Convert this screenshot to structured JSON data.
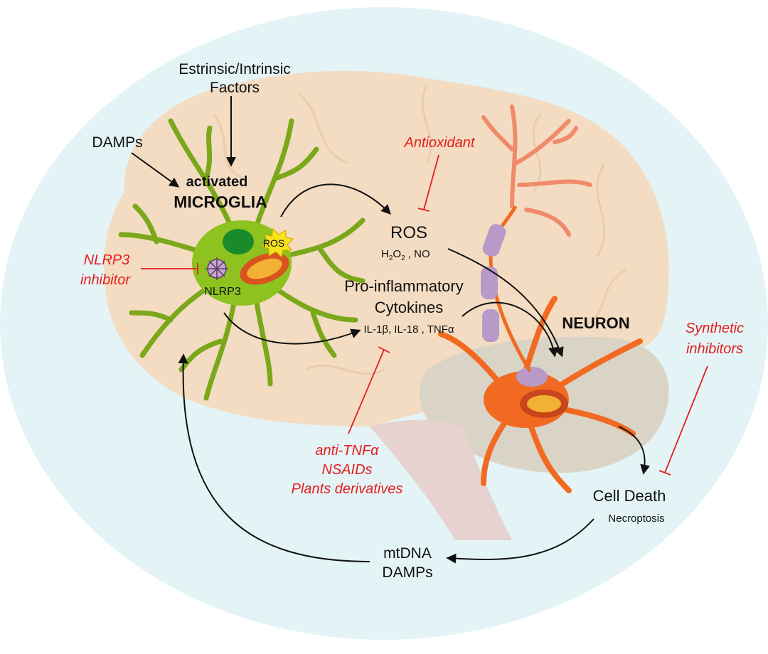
{
  "labels": {
    "factors_line1": "Estrinsic/Intrinsic",
    "factors_line2": "Factors",
    "damps_top": "DAMPs",
    "microglia_line1": "activated",
    "microglia_line2": "MICROGLIA",
    "ros_small": "ROS",
    "nlrp3": "NLRP3",
    "ros_main": "ROS",
    "ros_species_h2o2": "H",
    "ros_species_sub2a": "2",
    "ros_species_o": "O",
    "ros_species_sub2b": "2",
    "ros_species_no": " , NO",
    "proinfl_line1": "Pro-inflammatory",
    "proinfl_line2": "Cytokines",
    "cytokine_list": "IL-1β, IL-18 , TNFα",
    "neuron": "NEURON",
    "cell_death": "Cell Death",
    "necroptosis": "Necroptosis",
    "mtdna_line1": "mtDNA",
    "mtdna_line2": "DAMPs"
  },
  "inhibitors": {
    "antioxidant": "Antioxidant",
    "nlrp3_inh_line1": "NLRP3",
    "nlrp3_inh_line2": "inhibitor",
    "synthetic_line1": "Synthetic",
    "synthetic_line2": "inhibitors",
    "cyto_inh_line1": "anti-TNFα",
    "cyto_inh_line2": "NSAIDs",
    "cyto_inh_line3": "Plants derivatives"
  },
  "colors": {
    "background_oval": "#e3f3f6",
    "brain": "#f3dcc2",
    "cerebellum": "#d9d4c6",
    "microglia": "#8dc21f",
    "neuron": "#f26a21",
    "dendrite": "#f08a6a",
    "myelin": "#b79ac8",
    "inhibitor_red": "#e41e1e"
  }
}
